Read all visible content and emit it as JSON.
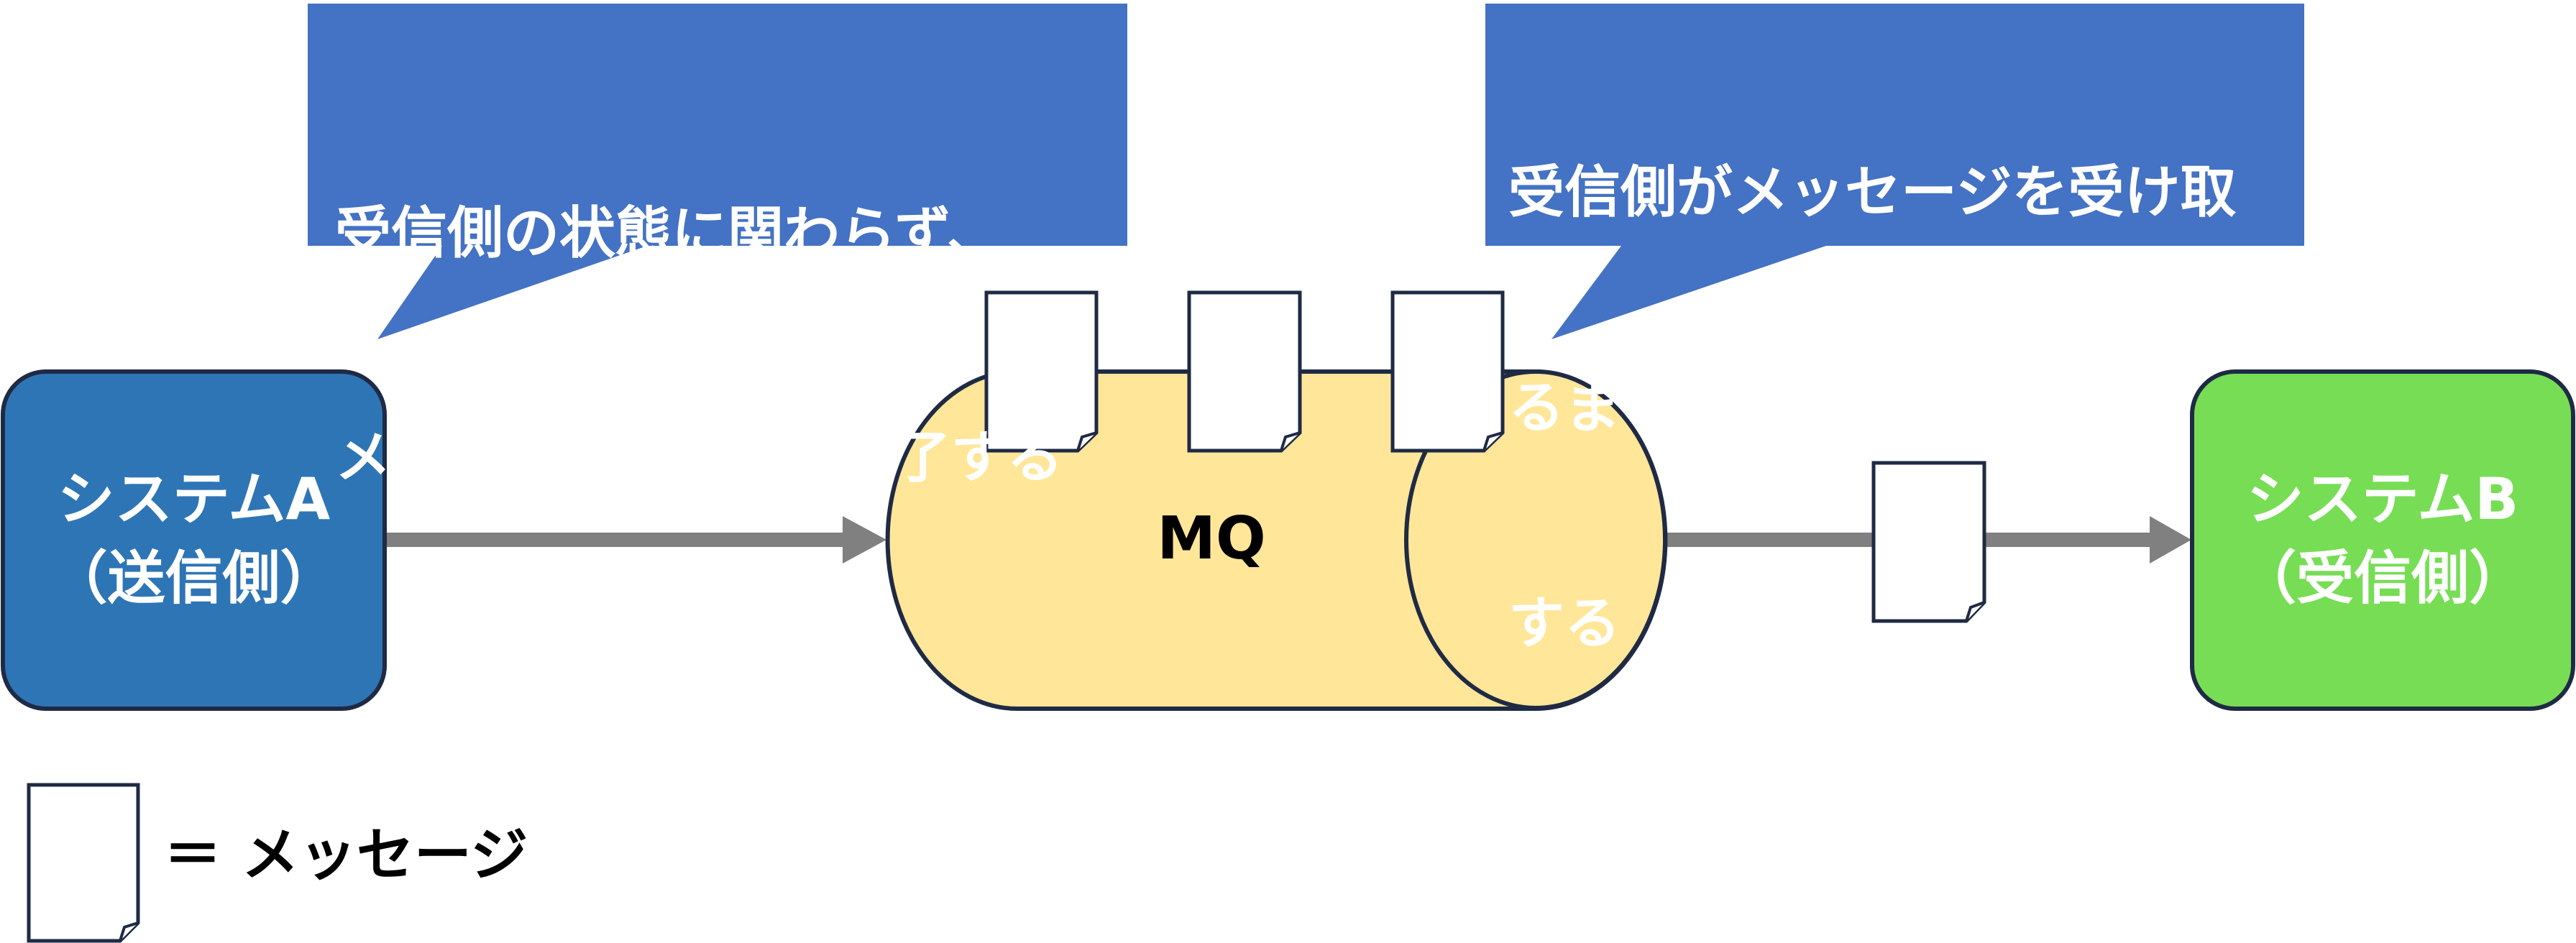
{
  "callouts": {
    "left": {
      "line1": "受信側の状態に関わらず、",
      "line2": "メッセージの送信が完了する"
    },
    "right": {
      "line1": "受信側がメッセージを受け取",
      "line2": "るまで、メッセージを保持",
      "line3": "する"
    }
  },
  "system_a": {
    "name": "システムA",
    "role": "（送信側）"
  },
  "system_b": {
    "name": "システムB",
    "role": "（受信側）"
  },
  "queue": {
    "label": "MQ"
  },
  "legend": {
    "label": "＝ メッセージ"
  },
  "colors": {
    "callout": "#4472C4",
    "system_a": "#2E75B6",
    "system_b": "#77DD55",
    "queue": "#FFE699",
    "arrow": "#808080",
    "outline": "#1F2A44"
  }
}
